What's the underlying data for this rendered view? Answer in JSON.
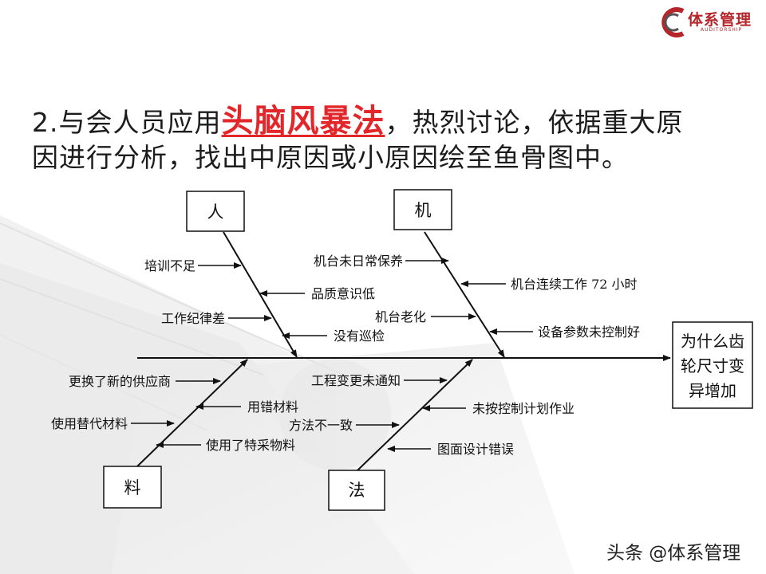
{
  "brand": {
    "name": "体系管理",
    "tagline": "AUDITORSHIP",
    "colors": {
      "brand_red": "#b5252a",
      "highlight_red": "#e3262a"
    }
  },
  "heading": {
    "prefix": "2.与会人员应用",
    "highlight": "头脑风暴法",
    "suffix": "，热烈讨论，依据重大原因进行分析，找出中原因或小原因绘至鱼骨图中。"
  },
  "fishbone": {
    "head": {
      "lines": [
        "为什么齿",
        "轮尺寸变",
        "异增加"
      ]
    },
    "categories": {
      "people": "人",
      "machine": "机",
      "material": "料",
      "method": "法"
    },
    "causes": {
      "people": [
        "培训不足",
        "品质意识低",
        "工作纪律差",
        "没有巡检"
      ],
      "machine": [
        "机台未日常保养",
        "机台连续工作 72 小时",
        "机台老化",
        "设备参数未控制好"
      ],
      "material": [
        "更换了新的供应商",
        "用错材料",
        "使用替代材料",
        "使用了特采物料"
      ],
      "method": [
        "工程变更未通知",
        "未按控制计划作业",
        "方法不一致",
        "图面设计错误"
      ]
    }
  },
  "watermark": "头条 @体系管理"
}
